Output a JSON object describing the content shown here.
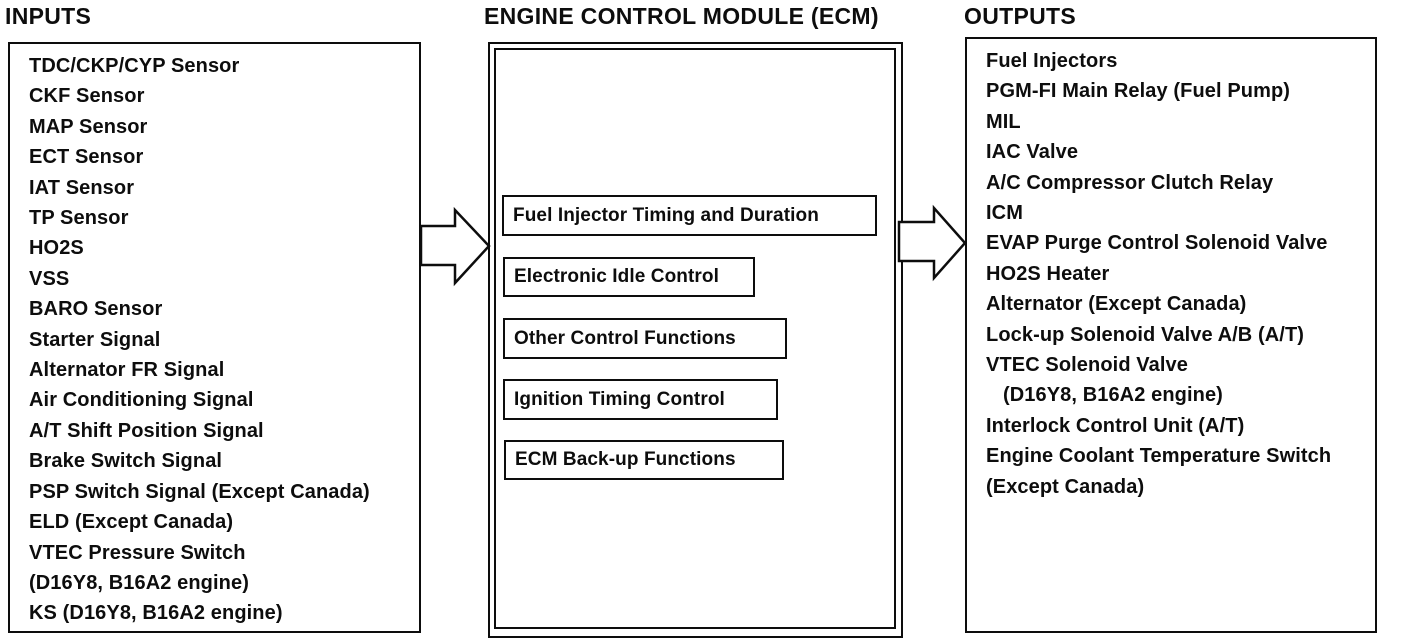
{
  "page": {
    "background_color": "#ffffff",
    "ink_color": "#0d0d0d",
    "description": "ECM input/output block diagram from service manual scan"
  },
  "inputs": {
    "title": "INPUTS",
    "items": [
      "TDC/CKP/CYP Sensor",
      "CKF Sensor",
      "MAP Sensor",
      "ECT Sensor",
      "IAT Sensor",
      "TP Sensor",
      "HO2S",
      "VSS",
      "BARO Sensor",
      "Starter Signal",
      "Alternator FR Signal",
      "Air Conditioning Signal",
      "A/T Shift Position Signal",
      "Brake Switch Signal",
      "PSP Switch Signal (Except Canada)",
      "ELD (Except Canada)",
      "VTEC Pressure Switch",
      "(D16Y8, B16A2 engine)",
      "KS (D16Y8, B16A2 engine)"
    ]
  },
  "ecm": {
    "title": "ENGINE CONTROL MODULE (ECM)",
    "functions": [
      "Fuel Injector Timing and Duration",
      "Electronic Idle Control",
      "Other Control Functions",
      "Ignition Timing Control",
      "ECM Back-up Functions"
    ]
  },
  "outputs": {
    "title": "OUTPUTS",
    "items": [
      "Fuel Injectors",
      "PGM-FI Main Relay (Fuel Pump)",
      "MIL",
      "IAC Valve",
      "A/C Compressor Clutch Relay",
      "ICM",
      "EVAP Purge Control Solenoid Valve",
      "HO2S Heater",
      "Alternator (Except Canada)",
      "Lock-up Solenoid Valve A/B (A/T)",
      "VTEC Solenoid Valve",
      "   (D16Y8, B16A2 engine)",
      "Interlock Control Unit (A/T)",
      "Engine Coolant Temperature Switch",
      "(Except Canada)"
    ]
  }
}
